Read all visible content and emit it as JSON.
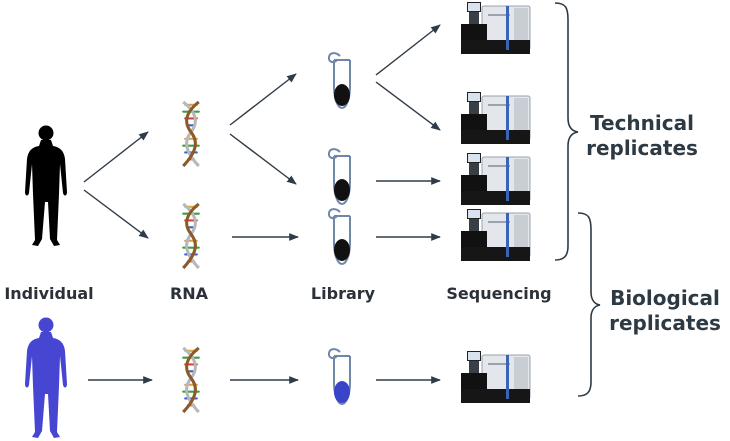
{
  "columns": {
    "individual": "Individual",
    "rna": "RNA",
    "library": "Library",
    "sequencing": "Sequencing"
  },
  "brackets": {
    "technical": {
      "line1": "Technical",
      "line2": "replicates"
    },
    "biological": {
      "line1": "Biological",
      "line2": "replicates"
    }
  },
  "colors": {
    "individual_1": "#000000",
    "individual_2": "#4646d2",
    "library_fill_1": "#111111",
    "library_fill_2": "#3a44c8",
    "tube_outline": "#6f87a8",
    "arrow": "#2f3b48",
    "label": "#2b3138"
  },
  "icons": {
    "person": "person-silhouette-icon",
    "rna": "dna-helix-icon",
    "library": "microcentrifuge-tube-icon",
    "sequencer": "sequencer-machine-icon"
  }
}
